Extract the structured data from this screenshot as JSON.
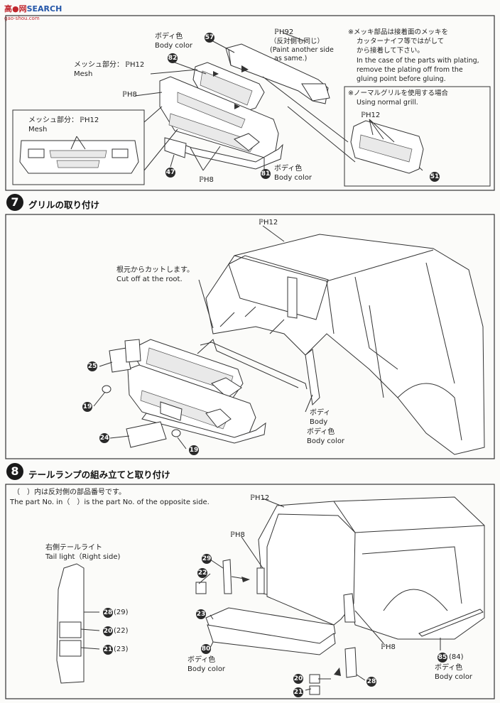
{
  "header": {
    "logo_icon": "site-logo-icon",
    "logo_text": "SEARCH",
    "watermark": "gao-shou.com"
  },
  "top_panel": {
    "labels": {
      "body_color_jp": "ボディ色",
      "body_color_en": "Body color",
      "mesh_jp": "メッシュ部分：",
      "mesh_en": "Mesh",
      "ph12": "ℙH12",
      "ph8": "ℙH8",
      "ph8_b": "ℙH8",
      "ph92": "ℙH92",
      "paint_jp": "（反対側も同じ）",
      "paint_en_1": "(Paint another side",
      "paint_en_2": "as same.)",
      "plating_jp_1": "※メッキ部品は接着面のメッキを",
      "plating_jp_2": "カッターナイフ等ではがして",
      "plating_jp_3": "から接着して下さい。",
      "plating_en_1": "In the case of the parts with plating,",
      "plating_en_2": "remove the plating off from the",
      "plating_en_3": "gluing point before gluing.",
      "normal_grill_jp": "※ノーマルグリルを使用する場合",
      "normal_grill_en": "Using normal grill.",
      "inset_mesh_jp": "メッシュ部分：",
      "inset_ph12": "ℙH12",
      "inset_mesh_en": "Mesh",
      "grill_ph12": "ℙH12",
      "body_color2_jp": "ボディ色",
      "body_color2_en": "Body color"
    },
    "parts": [
      "57",
      "82",
      "47",
      "81",
      "51"
    ]
  },
  "step7": {
    "number": "7",
    "title": "グリルの取り付け",
    "ph12": "ℙH12",
    "cut_jp": "根元からカットします。",
    "cut_en": "Cut off at the root.",
    "body_jp": "ボディ",
    "body_en": "Body",
    "body_color_jp": "ボディ色",
    "body_color_en": "Body color",
    "parts": [
      "25",
      "19",
      "24",
      "19"
    ]
  },
  "step8": {
    "number": "8",
    "title": "テールランプの組み立てと取り付け",
    "note_jp": "（　）内は反対側の部品番号です。",
    "note_en": "The part No. in（　）is the part No. of the opposite side.",
    "tail_jp": "右側テールライト",
    "tail_en": "Tail light（Right side)",
    "ph12": "ℙH12",
    "ph8_a": "ℙH8",
    "ph8_b": "ℙH8",
    "body_color_jp": "ボディ色",
    "body_color_en": "Body color",
    "body_color2_jp": "ボディ色",
    "body_color2_en": "Body color",
    "tail_parts": [
      "28",
      "(29)",
      "20",
      "(22)",
      "21",
      "(23)"
    ],
    "parts": [
      "29",
      "22",
      "23",
      "80",
      "85",
      "(84)",
      "20",
      "21",
      "28"
    ]
  }
}
